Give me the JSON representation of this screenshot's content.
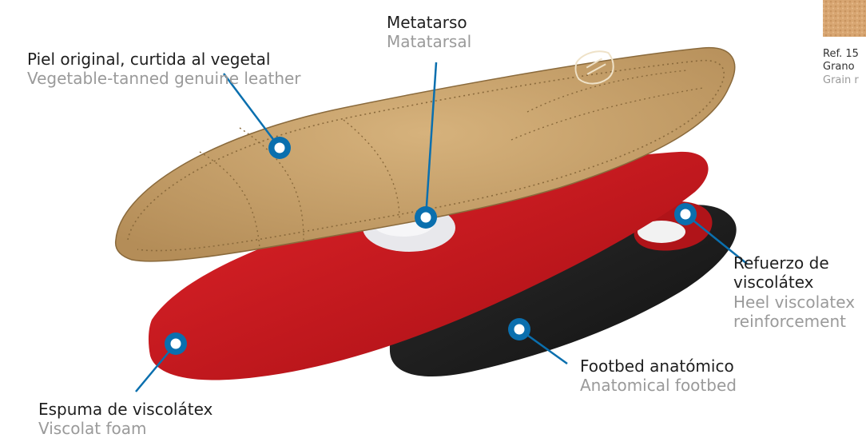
{
  "colors": {
    "leather": "#c8a36e",
    "red": "#c8141a",
    "black": "#1d1d1d",
    "marker": "#0a6fae",
    "es_text": "#1f1f1f",
    "en_text": "#9a9a9a"
  },
  "labels": {
    "metatarsal": {
      "es": "Metatarso",
      "en": "Matatarsal"
    },
    "leather": {
      "es": "Piel original, curtida al vegetal",
      "en": "Vegetable-tanned genuine leather"
    },
    "heel": {
      "es1": "Refuerzo de",
      "es2": "viscolátex",
      "en1": "Heel viscolatex",
      "en2": "reinforcement"
    },
    "footbed": {
      "es": "Footbed anatómico",
      "en": "Anatomical footbed"
    },
    "foam": {
      "es": "Espuma de viscolátex",
      "en": "Viscolat foam"
    }
  },
  "swatch": {
    "ref": "Ref. 15",
    "es": "Grano",
    "en": "Grain r"
  }
}
